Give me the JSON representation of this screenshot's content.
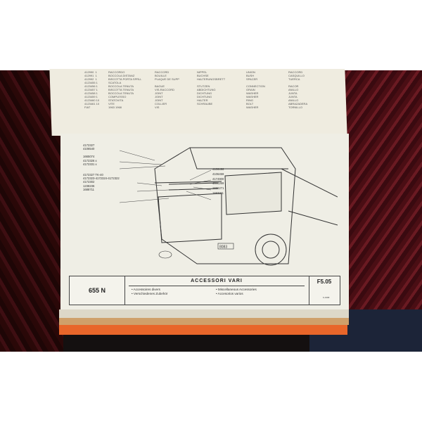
{
  "parts_list": {
    "col1": "412990  1\n412991  1\n412992  1\n4123455 1\n4123456 1\n4123457 1\n4123458 1\n4123459 1\n4123460 10\n4123461 10\nFIAT",
    "col2": "RACCORDO\nBOCCOLA DISTANZ\nBISCOTTA PORTA SPRU-\nSCATOLA\nBOCCOLA TENUTA\nBISCOTTA TENUTA\nBOCCOLA TENUTA\nCOMPLESSO\nSTATOVITA\nVITE\n1963 1968",
    "col3": "RACCORD\nBOUILLE\nPLAQUE DE SUPP\n\nBAGUE\nVIS-RACCORD\nJOINT\nJOINT\nJOINT\nCOLLIER\nVIS",
    "col4": "NIPPEL\nBUCHSE\nHALTERUNGSBRETT\n\nSTUTZEN\nABDICHTUNG\nDICHTUNG\nDICHTUNG\nHALTER\nSCHRAUBE",
    "col5": "UNION\nBUSH\nSPACER\n\nCONNECTION\nGRAIN\nWASHER\nWASHER\nRING\nBOLT\nWASHER",
    "col6": "RACCORD\nCASQUILLO\nTUERCA\n\nRACOR\nANILLO\nJUNTA\nJUNTA\nANILLO\nABRAZADERA\nTORNILLO"
  },
  "figure": {
    "left_labels": [
      "4172327",
      "4106540",
      "1665074",
      "4172326 x",
      "4172331 x",
      "4172327 TK-40",
      "4172323-4172324-4172322",
      "4172302",
      "1238236",
      "1688711"
    ],
    "right_labels": [
      "4106496",
      "4106459",
      "4174900",
      "4044269",
      "1666271",
      "1693211"
    ],
    "plate": "8083"
  },
  "table": {
    "model": "655 N",
    "title": "ACCESSORI VARI",
    "languages_left": [
      "• Accessoires divers",
      "• Verschiedenes Zubehör"
    ],
    "languages_right": [
      "• Miscellaneous Accessories",
      "• Accesorios varios"
    ],
    "code": "F5.05",
    "date": "6-1968"
  }
}
